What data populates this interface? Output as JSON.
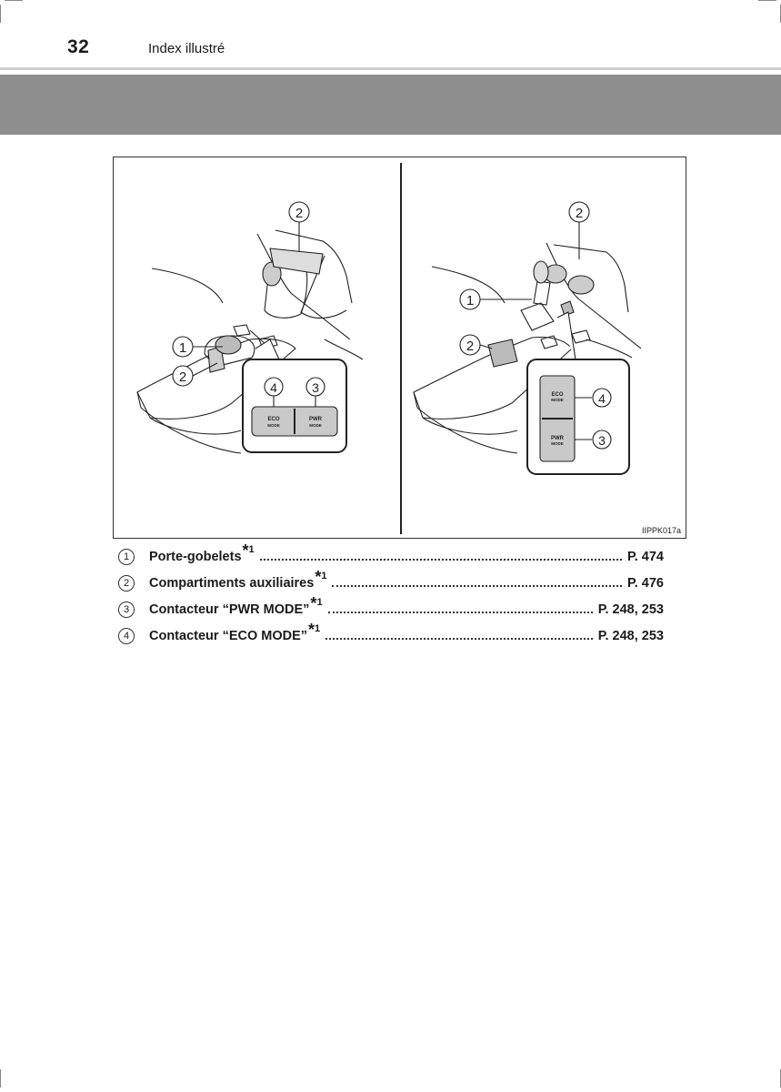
{
  "header": {
    "page_number": "32",
    "section_title": "Index illustré"
  },
  "figure": {
    "code": "IIPPK017a",
    "left_callouts": [
      "1",
      "2",
      "2",
      "3",
      "4"
    ],
    "right_callouts": [
      "1",
      "2",
      "2",
      "3",
      "4"
    ],
    "switches": {
      "eco_line1": "ECO",
      "eco_line2": "MODE",
      "pwr_line1": "PWR",
      "pwr_line2": "MODE"
    }
  },
  "items": [
    {
      "num": "1",
      "label": "Porte-gobelets",
      "mark": "*",
      "note": "1",
      "page": "P. 474"
    },
    {
      "num": "2",
      "label": "Compartiments auxiliaires",
      "mark": "*",
      "note": "1",
      "page": "P. 476"
    },
    {
      "num": "3",
      "label": "Contacteur “PWR MODE”",
      "mark": "*",
      "note": "1",
      "page": "P. 248, 253"
    },
    {
      "num": "4",
      "label": "Contacteur “ECO MODE”",
      "mark": "*",
      "note": "1",
      "page": "P. 248, 253"
    }
  ]
}
